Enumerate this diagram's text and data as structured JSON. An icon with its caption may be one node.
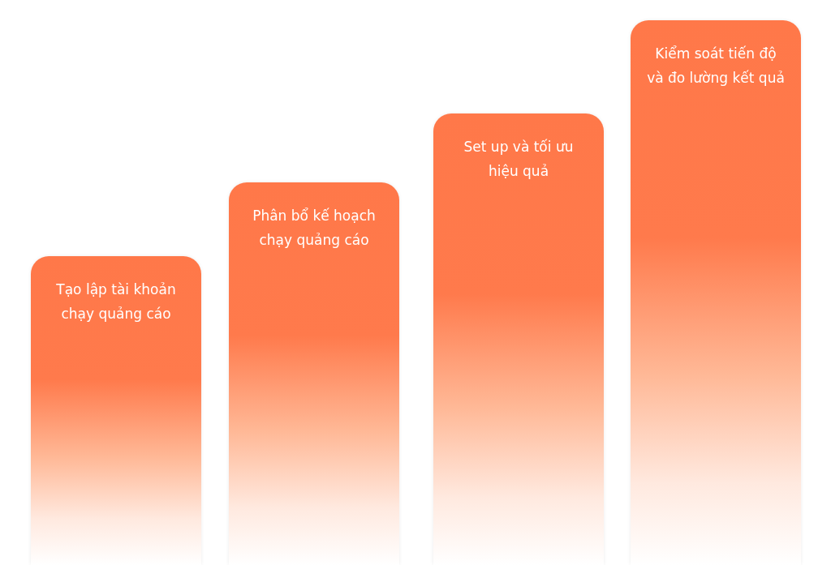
{
  "diagram": {
    "nodes": [
      {
        "text": [
          "Tạo lập tài khoản chạy quảng cáo"
        ]
      },
      {
        "text": [
          "Phân bổ kế hoạch chạy quảng cáo"
        ]
      },
      {
        "text": [
          "Set up và tối ưu hiệu quả"
        ]
      },
      {
        "text": [
          "Kiểm soát tiến độ và đo lường kết quả"
        ]
      }
    ]
  }
}
